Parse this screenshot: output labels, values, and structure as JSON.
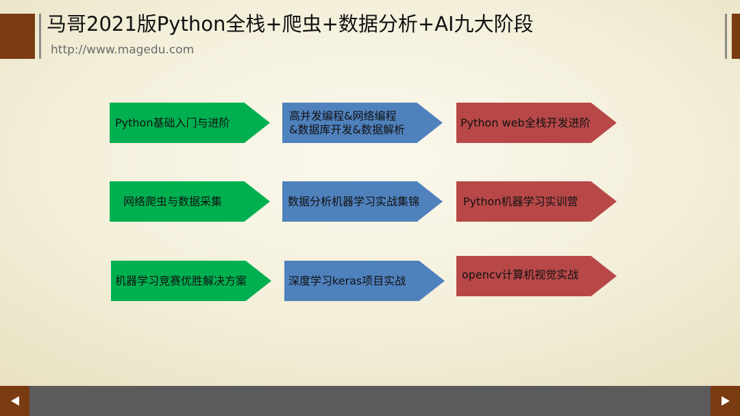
{
  "header": {
    "title": "马哥2021版Python全栈+爬虫+数据分析+AI九大阶段",
    "url": "http://www.magedu.com"
  },
  "stages": [
    {
      "label": "Python基础入门与进阶",
      "color": "#00b050"
    },
    {
      "label": "高并发编程&网络编程\n&数据库开发&数据解析",
      "color": "#4f81bd"
    },
    {
      "label": "Python web全栈开发进阶",
      "color": "#b84848"
    },
    {
      "label": "网络爬虫与数据采集",
      "color": "#00b050"
    },
    {
      "label": "数据分析机器学习实战集锦",
      "color": "#4f81bd"
    },
    {
      "label": "Python机器学习实训营",
      "color": "#b84848"
    },
    {
      "label": "机器学习竞赛优胜解决方案",
      "color": "#00b050"
    },
    {
      "label": "深度学习keras项目实战",
      "color": "#4f81bd"
    },
    {
      "label": "opencv计算机视觉实战",
      "color": "#b84848"
    }
  ],
  "nav": {
    "prev_icon": "left-triangle-icon",
    "next_icon": "right-triangle-icon"
  },
  "colors": {
    "accent_brown": "#7a3b12",
    "green": "#00b050",
    "blue": "#4f81bd",
    "red": "#b84848",
    "footer": "#5b5b5b"
  }
}
